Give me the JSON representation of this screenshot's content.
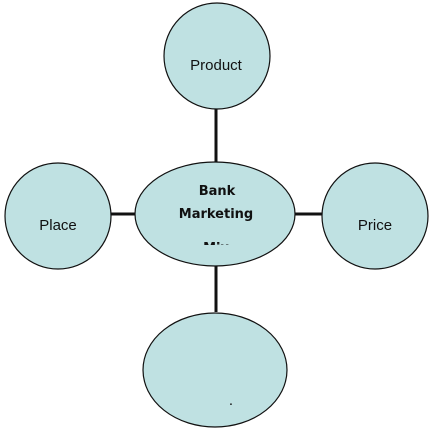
{
  "diagram": {
    "colors": {
      "node_fill": "#bfe1e2",
      "node_stroke": "#111111",
      "connector": "#111111"
    },
    "center": {
      "line1": "Bank",
      "line2": "Marketing",
      "line3": "Mix"
    },
    "nodes": {
      "top": "Product",
      "left": "Place",
      "right": "Price",
      "bottom": "."
    }
  }
}
